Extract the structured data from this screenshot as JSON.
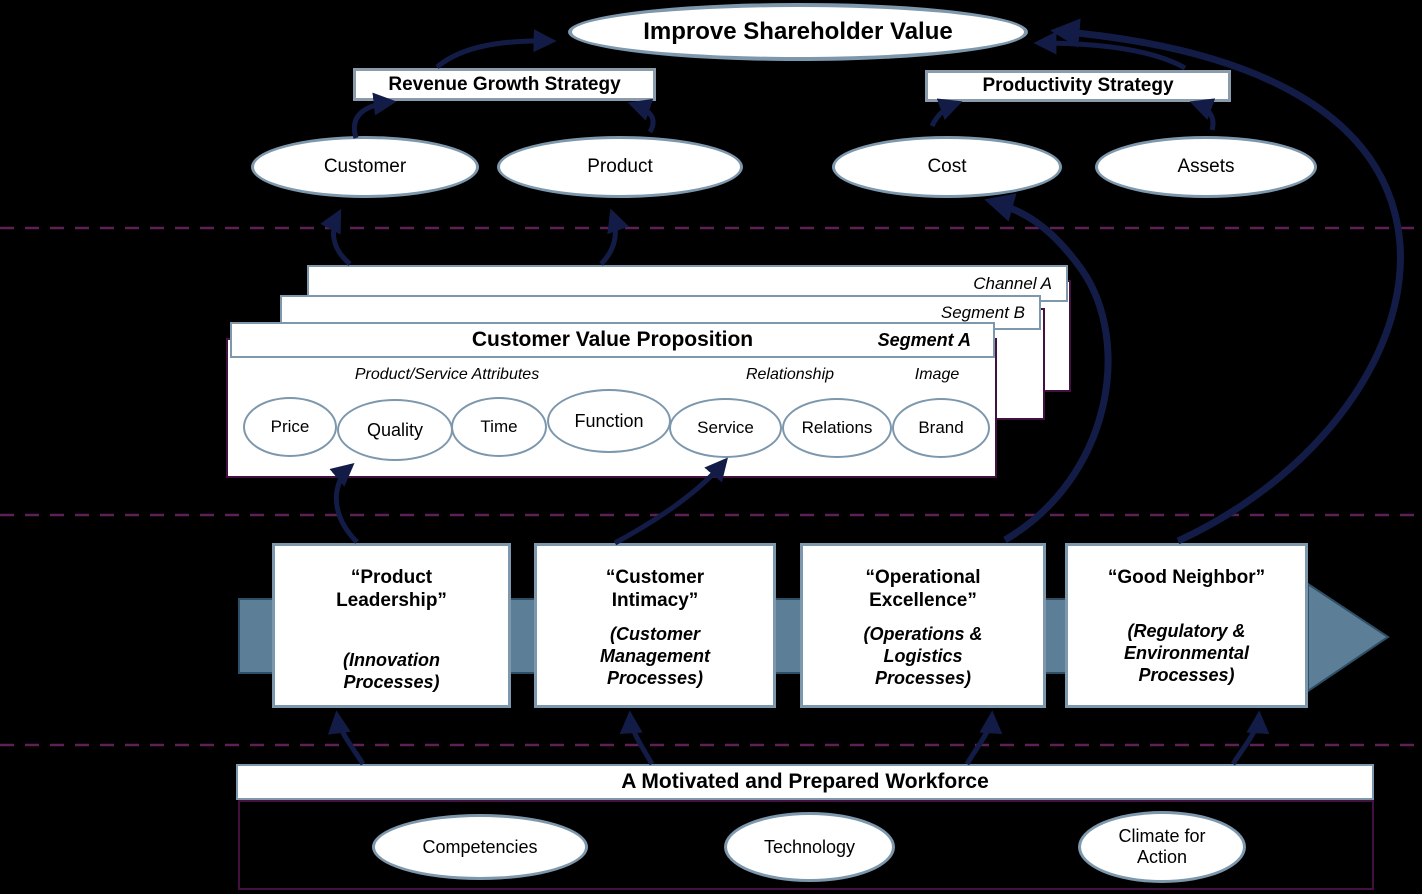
{
  "title_ellipse": {
    "label": "Improve Shareholder Value"
  },
  "strategies": {
    "revenue": {
      "label": "Revenue Growth Strategy"
    },
    "productivity": {
      "label": "Productivity Strategy"
    }
  },
  "financial": {
    "items": [
      {
        "label": "Customer"
      },
      {
        "label": "Product"
      },
      {
        "label": "Cost"
      },
      {
        "label": "Assets"
      }
    ]
  },
  "cvp": {
    "title": "Customer Value Proposition",
    "tabs": {
      "channel_a": "Channel A",
      "segment_b": "Segment B",
      "segment_a": "Segment A"
    },
    "groups": [
      {
        "label": "Product/Service Attributes"
      },
      {
        "label": "Relationship"
      },
      {
        "label": "Image"
      }
    ],
    "attributes": [
      {
        "label": "Price"
      },
      {
        "label": "Quality"
      },
      {
        "label": "Time"
      },
      {
        "label": "Function"
      },
      {
        "label": "Service"
      },
      {
        "label": "Relations"
      },
      {
        "label": "Brand"
      }
    ]
  },
  "processes": {
    "items": [
      {
        "title": "“Product Leadership”",
        "subtitle": "(Innovation Processes)"
      },
      {
        "title": "“Customer Intimacy”",
        "subtitle": "(Customer Management Processes)"
      },
      {
        "title": "“Operational Excellence”",
        "subtitle": "(Operations & Logistics Processes)"
      },
      {
        "title": "“Good Neighbor”",
        "subtitle": "(Regulatory & Environmental Processes)"
      }
    ]
  },
  "workforce": {
    "title": "A Motivated and Prepared Workforce",
    "enablers": [
      {
        "label": "Competencies"
      },
      {
        "label": "Technology"
      },
      {
        "label": "Climate for Action"
      }
    ]
  },
  "colors": {
    "background": "#000000",
    "shape_fill": "#ffffff",
    "steel_border": "#7d97ac",
    "box_border": "#8a9cab",
    "band_fill": "#5d7e97",
    "band_stroke": "#2f4f66",
    "arrow": "#131c47",
    "dashed_line": "#5e2154",
    "purple_border": "#43113f"
  }
}
